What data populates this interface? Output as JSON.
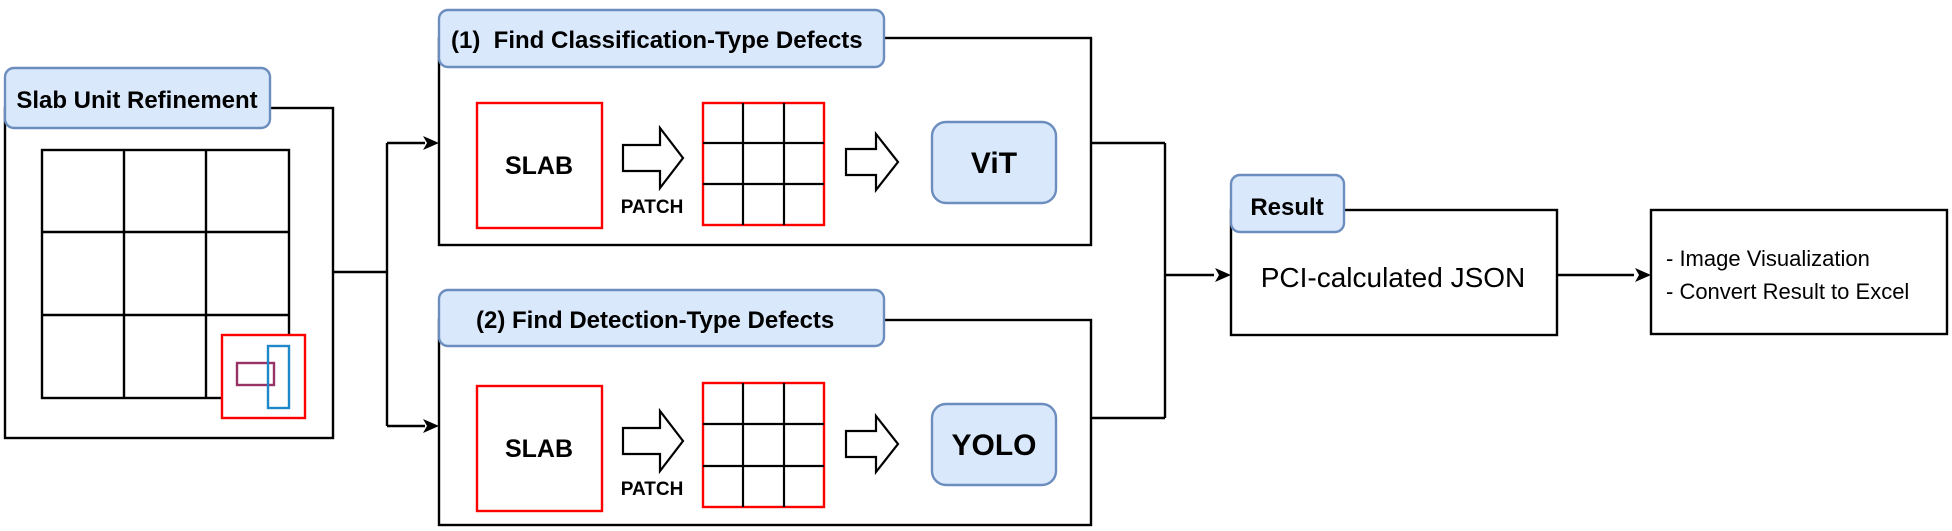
{
  "slab_unit_refinement": {
    "title": "Slab Unit Refinement"
  },
  "classification_branch": {
    "title": "(1)  Find Classification-Type Defects",
    "slab_label": "SLAB",
    "patch_label": "PATCH",
    "model_label": "ViT"
  },
  "detection_branch": {
    "title": "(2) Find Detection-Type Defects",
    "slab_label": "SLAB",
    "patch_label": "PATCH",
    "model_label": "YOLO"
  },
  "result": {
    "title": "Result",
    "body": "PCI-calculated JSON"
  },
  "outputs": {
    "line1": "- Image Visualization",
    "line2": "- Convert Result to Excel"
  },
  "colors": {
    "tab_fill": "#dae8fc",
    "tab_stroke": "#6c8ebf",
    "highlight_red": "#ff0000",
    "bbox_purple": "#993366",
    "bbox_blue": "#1e88c8"
  }
}
